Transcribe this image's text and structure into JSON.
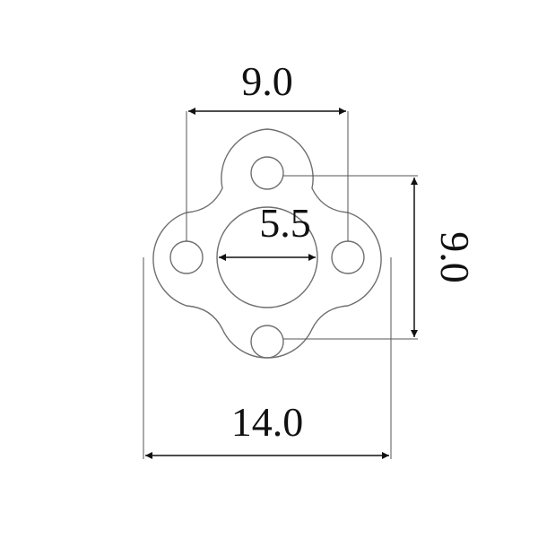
{
  "drawing": {
    "colors": {
      "outline": "#6f6f6f",
      "dimension_line": "#111111",
      "text": "#111111",
      "background": "#ffffff"
    },
    "dimensions": {
      "hole_spacing_horizontal": "9.0",
      "center_hole_diameter": "5.5",
      "hole_spacing_vertical": "9.0",
      "overall_width": "14.0"
    }
  }
}
